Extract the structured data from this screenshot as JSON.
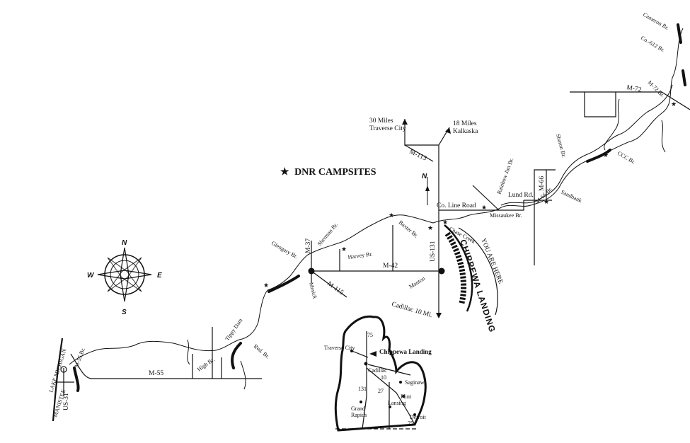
{
  "legend": {
    "symbol": "★",
    "text": "DNR CAMPSITES"
  },
  "compass": {
    "north": "N",
    "south": "S",
    "east": "E",
    "west": "W"
  },
  "north_arrow": {
    "letter": "N"
  },
  "destinations": {
    "traverse_miles": "30 Miles",
    "traverse_city": "Traverse City",
    "kalkaska_miles": "18 Miles",
    "kalkaska": "Kalkaska",
    "cadillac": "Cadillac 10 Mi."
  },
  "roads": {
    "m113": "M-113",
    "m72": "M-72",
    "m66": "M-66",
    "lund": "Lund Rd.",
    "co_line": "Co. Line Road",
    "us131": "US-131",
    "m42": "M-42",
    "m37": "M-37",
    "m115": "M-115",
    "m55": "M-55",
    "us31": "US-31"
  },
  "bridges": {
    "cameron": "Cameron Br.",
    "co612": "Co.-612 Br.",
    "m72br": "M-72 Br.",
    "sharon": "Sharon Br.",
    "ccc": "CCC Br.",
    "m66br": "M-66 Br.",
    "sandbank": "Sandbank",
    "rainbow": "Rainbow Jim Br.",
    "missaukee": "Missaukee Br.",
    "chase": "Chase Creek",
    "baxter": "Baxter Br.",
    "sherman": "Sherman Br.",
    "harvey": "Harvey Br.",
    "glengary": "Glengary Br.",
    "mesick": "Mesick",
    "manton": "Manton",
    "tippy": "Tippy Dam",
    "red": "Red. Br.",
    "high": "High Br.",
    "m55br": "M-55 Br."
  },
  "places": {
    "lake_michigan": "LAKE MICHIGAN",
    "manistee": "MANISTEE"
  },
  "you_are_here": {
    "line1": "CHIPPEWA LANDING",
    "line2": "YOU ARE HERE"
  },
  "inset": {
    "traverse_city": "Traverse City",
    "chippewa": "Chippewa Landing",
    "cadillac": "Cadillac",
    "saginaw": "Saginaw",
    "flint": "Flint",
    "grand": "Grand",
    "rapids": "Rapids",
    "lansing": "Lansing",
    "detroit": "Detroit",
    "r75a": "75",
    "r10": "10",
    "r131": "131",
    "r27": "27",
    "r75b": "75"
  }
}
